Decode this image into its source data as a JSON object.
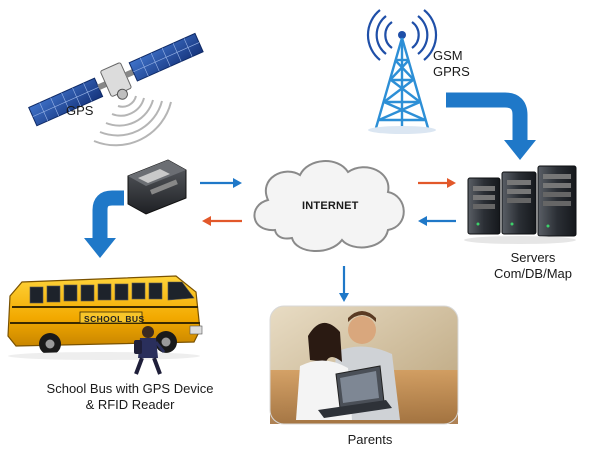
{
  "labels": {
    "gps": "GPS",
    "gsm": "GSM",
    "gprs": "GPRS",
    "internet": "INTERNET",
    "servers": "Servers",
    "servers_sub": "Com/DB/Map",
    "bus_line1": "School Bus with GPS Device",
    "bus_line2": "& RFID Reader",
    "parents": "Parents",
    "bus_sign": "SCHOOL BUS"
  },
  "colors": {
    "flow_blue": "#1f78c8",
    "flow_red": "#e2582a",
    "bus_yellow": "#f5b700",
    "satellite_panel": "#1f4fa8",
    "tower": "#2d8fd6"
  },
  "icons": {
    "satellite": "satellite-icon",
    "tower": "radio-tower-icon",
    "cloud": "internet-cloud-icon",
    "servers": "server-rack-icon",
    "gps_device": "gps-device-icon",
    "bus": "school-bus-icon",
    "parents": "parents-photo"
  }
}
